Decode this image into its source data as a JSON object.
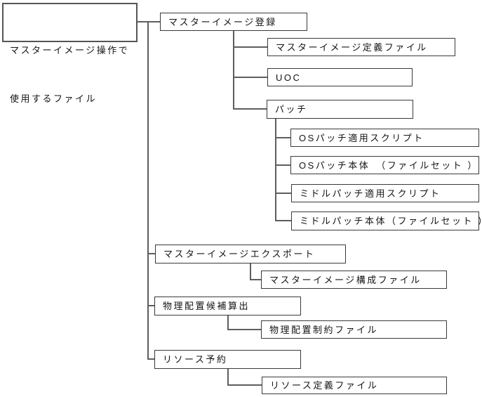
{
  "diagram_title": "マスターイメージ操作で使用するファイル",
  "colors": {
    "background": "#ffffff",
    "box_border": "#3a3a3a",
    "root_border": "#555555",
    "connector": "#5e5e5e",
    "text": "#141414"
  },
  "tree": {
    "root": {
      "label": "マスターイメージ操作で使用するファイル",
      "lines": [
        "マスターイメージ操作で",
        "使用するファイル"
      ]
    },
    "children": [
      {
        "label": "マスターイメージ登録",
        "children": [
          {
            "label": "マスターイメージ定義ファイル"
          },
          {
            "label": "UOC"
          },
          {
            "label": "パッチ",
            "children": [
              {
                "label": "OSパッチ適用スクリプト"
              },
              {
                "label": "OSパッチ本体　（ファイルセット ）"
              },
              {
                "label": "ミドルパッチ適用スクリプト"
              },
              {
                "label": "ミドルパッチ本体（ファイルセット ）"
              }
            ]
          }
        ]
      },
      {
        "label": "マスターイメージエクスポート",
        "children": [
          {
            "label": "マスターイメージ構成ファイル"
          }
        ]
      },
      {
        "label": "物理配置候補算出",
        "children": [
          {
            "label": "物理配置制約ファイル"
          }
        ]
      },
      {
        "label": "リソース予約",
        "children": [
          {
            "label": "リソース定義ファイル"
          }
        ]
      }
    ]
  }
}
